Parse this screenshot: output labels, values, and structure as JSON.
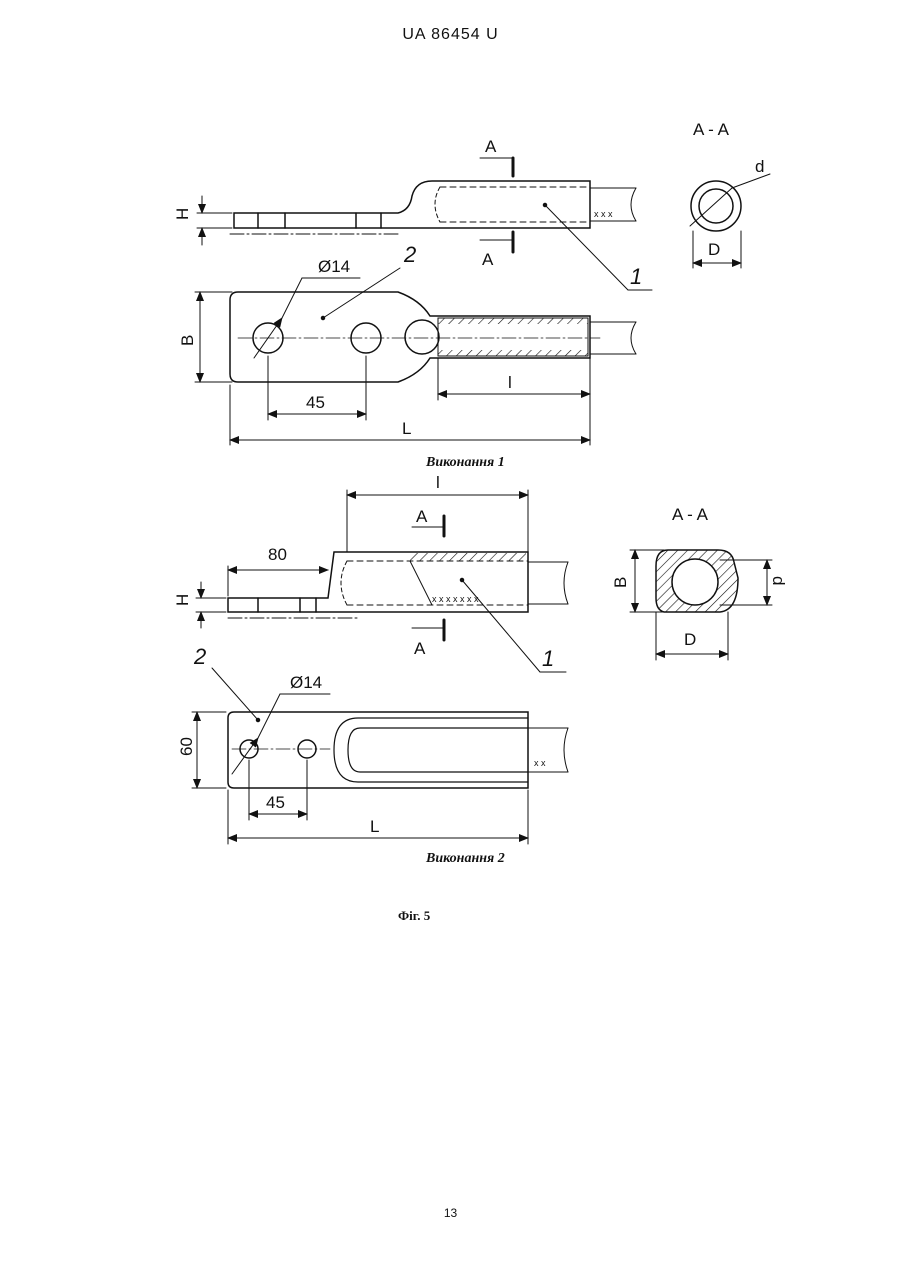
{
  "header": {
    "doc_id": "UA   86454   U"
  },
  "figure": {
    "variant1": {
      "caption": "Виконання 1",
      "section_title": "A - A",
      "labels": {
        "section_a": "A",
        "H": "H",
        "B": "B",
        "hole": "Ø14",
        "pitch": "45",
        "L": "L",
        "l": "l",
        "d": "d",
        "D": "D",
        "pos1": "1",
        "pos2": "2"
      }
    },
    "variant2": {
      "caption": "Виконання 2",
      "section_title": "A - A",
      "labels": {
        "section_a": "A",
        "H": "H",
        "flat": "80",
        "width": "60",
        "hole": "Ø14",
        "pitch": "45",
        "L": "L",
        "l": "l",
        "B": "B",
        "d": "d",
        "D": "D",
        "pos1": "1",
        "pos2": "2"
      }
    },
    "title": "Фіг. 5"
  },
  "footer": {
    "page_number": "13"
  }
}
